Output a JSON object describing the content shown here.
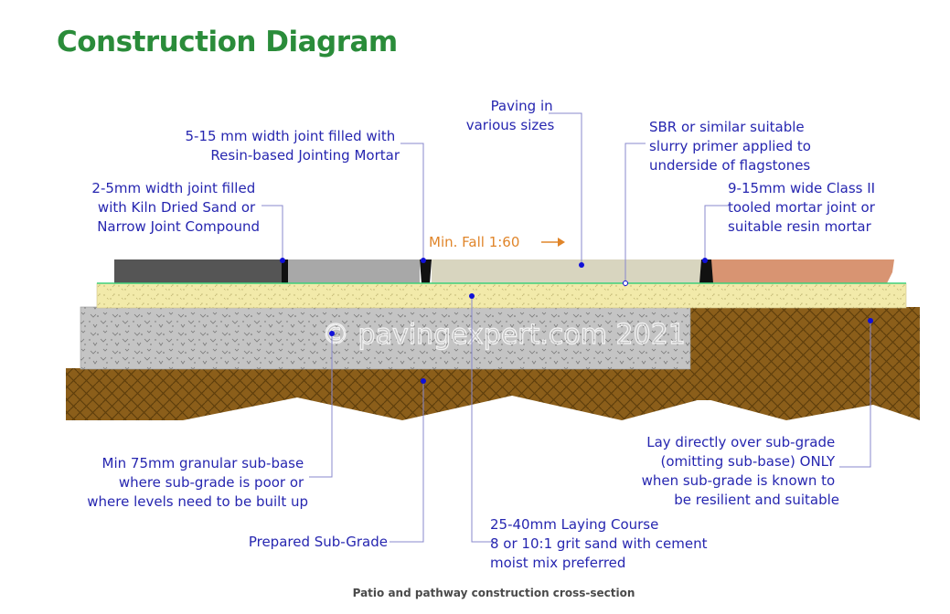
{
  "title": "Construction Diagram",
  "caption": "Patio and pathway construction cross-section",
  "watermark": "© pavingexpert.com 2021",
  "fall_label": "Min. Fall 1:60",
  "labels": {
    "paving": [
      "Paving in",
      "various sizes"
    ],
    "resin_joint": [
      "5-15 mm width joint filled with",
      "Resin-based Jointing Mortar"
    ],
    "sbr_primer": [
      "SBR or similar suitable",
      "slurry primer applied to",
      "underside of flagstones"
    ],
    "sand_joint": [
      "2-5mm width joint filled",
      "with Kiln Dried Sand or",
      "Narrow Joint Compound"
    ],
    "mortar_joint": [
      "9-15mm wide Class II",
      "tooled mortar joint or",
      "suitable resin mortar"
    ],
    "sub_base": [
      "Min 75mm granular sub-base",
      "where sub-grade is poor or",
      "where levels need to be built up"
    ],
    "sub_grade": [
      "Prepared Sub-Grade"
    ],
    "laying_course": [
      "25-40mm Laying Course",
      "8 or 10:1 grit sand with cement",
      "moist mix preferred"
    ],
    "direct_lay": [
      "Lay directly over sub-grade",
      "(omitting sub-base) ONLY",
      "when sub-grade is known to",
      "be resilient and suitable"
    ]
  },
  "colors": {
    "title": "#2a8c3a",
    "label_text": "#2626b0",
    "fall_text": "#e0852a",
    "subgrade": "#8b5e1a",
    "sub_base": "#c4c4c4",
    "laying_course": "#f2eaaa",
    "paver_dark": "#555555",
    "paver_mid": "#a8a8a8",
    "paver_light": "#d8d5bf",
    "paver_terracotta": "#d89472",
    "primer_line": "#3fd07a"
  }
}
